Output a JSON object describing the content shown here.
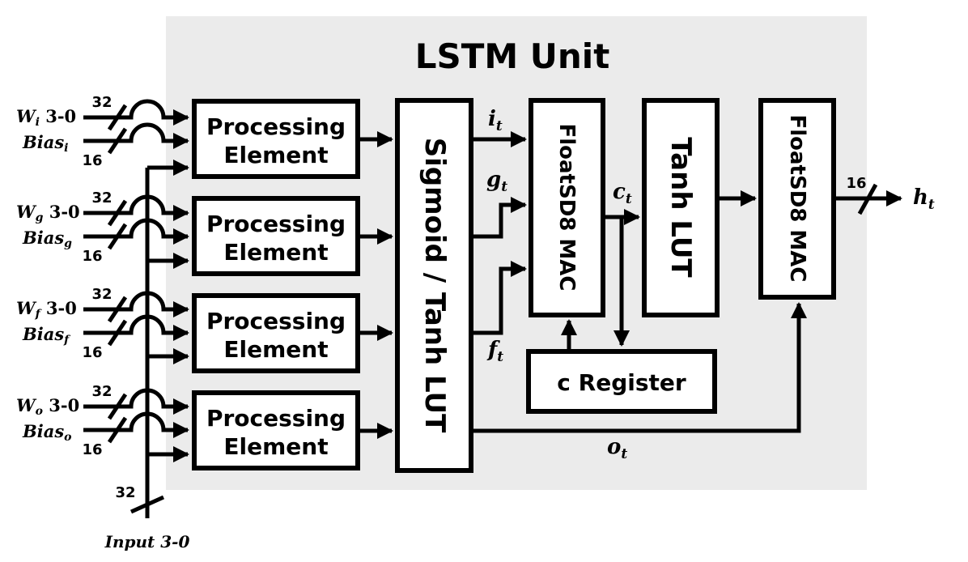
{
  "title": "LSTM Unit",
  "colors": {
    "background_panel": "#ebebeb",
    "stroke": "#000000",
    "box_fill": "#ffffff"
  },
  "blocks": {
    "pe_line1": "Processing",
    "pe_line2": "Element",
    "activation_lut": "Sigmoid / Tanh LUT",
    "mac1": "FloatSD8 MAC",
    "tanh_lut": "Tanh LUT",
    "mac2": "FloatSD8 MAC",
    "c_register": "c Register"
  },
  "gates": [
    {
      "weight": "W",
      "weight_sub": "i",
      "weight_suffix": " 3-0",
      "bias": "Bias",
      "bias_sub": "i",
      "weight_bits": "32",
      "bias_bits": "16"
    },
    {
      "weight": "W",
      "weight_sub": "g",
      "weight_suffix": " 3-0",
      "bias": "Bias",
      "bias_sub": "g",
      "weight_bits": "32",
      "bias_bits": "16"
    },
    {
      "weight": "W",
      "weight_sub": "f",
      "weight_suffix": " 3-0",
      "bias": "Bias",
      "bias_sub": "f",
      "weight_bits": "32",
      "bias_bits": "16"
    },
    {
      "weight": "W",
      "weight_sub": "o",
      "weight_suffix": " 3-0",
      "bias": "Bias",
      "bias_sub": "o",
      "weight_bits": "32",
      "bias_bits": "16"
    }
  ],
  "signals": {
    "i_t": {
      "base": "i",
      "sub": "t"
    },
    "g_t": {
      "base": "g",
      "sub": "t"
    },
    "f_t": {
      "base": "f",
      "sub": "t"
    },
    "o_t": {
      "base": "o",
      "sub": "t"
    },
    "c_t": {
      "base": "c",
      "sub": "t"
    },
    "h_t": {
      "base": "h",
      "sub": "t"
    }
  },
  "input": {
    "label": "Input 3-0",
    "bits": "32"
  },
  "output": {
    "bits": "16"
  }
}
